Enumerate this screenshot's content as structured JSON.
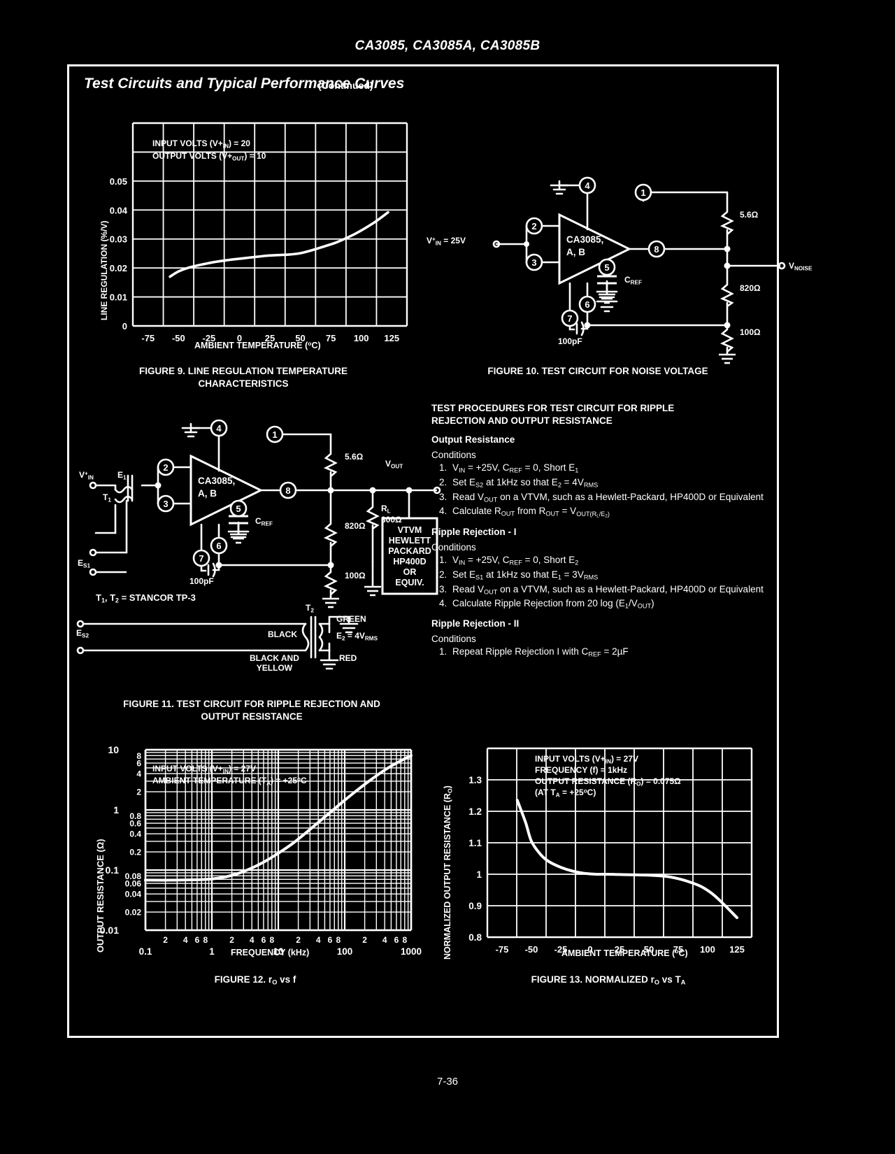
{
  "doc": {
    "header_title": "CA3085, CA3085A, CA3085B",
    "section_title": "Test Circuits and Typical Performance Curves",
    "section_continued": "(Continued)",
    "page_number": "7-36"
  },
  "figure9": {
    "caption_line1": "FIGURE 9.  LINE REGULATION TEMPERATURE",
    "caption_line2": "CHARACTERISTICS",
    "note_line1_pre": "INPUT VOLTS (V+",
    "note_line1_sub": "IN",
    "note_line1_post": ") = 20",
    "note_line2_pre": "OUTPUT VOLTS (V+",
    "note_line2_sub": "OUT",
    "note_line2_post": ") = 10",
    "ylabel": "LINE REGULATION (%/V)",
    "xlabel_pre": "AMBIENT TEMPERATURE (",
    "xlabel_sup": "o",
    "xlabel_post": "C)"
  },
  "figure10": {
    "caption": "FIGURE 10.  TEST CIRCUIT FOR NOISE VOLTAGE",
    "vin_pre": "V",
    "vin_sup": "+",
    "vin_sub": "IN",
    "vin_post": " = 25V",
    "chip_line1": "CA3085,",
    "chip_line2": "A, B",
    "pins": [
      "4",
      "1",
      "2",
      "3",
      "8",
      "5",
      "6",
      "7"
    ],
    "r1": "5.6Ω",
    "r2": "820Ω",
    "r3": "100Ω",
    "cref": "C",
    "cref_sub": "REF",
    "cap100": "100pF",
    "vnoise": "V",
    "vnoise_sub": "NOISE"
  },
  "figure11": {
    "caption_line1": "FIGURE 11.  TEST CIRCUIT FOR RIPPLE REJECTION AND",
    "caption_line2": "OUTPUT RESISTANCE",
    "vin": "V",
    "vin_sup": "+",
    "vin_sub": "IN",
    "e1": "E",
    "e1_sub": "1",
    "t1": "T",
    "t1_sub": "1",
    "es1": "E",
    "es1_sub": "S1",
    "es2": "E",
    "es2_sub": "S2",
    "t2": "T",
    "t2_sub": "2",
    "chip_line1": "CA3085,",
    "chip_line2": "A, B",
    "pins": [
      "4",
      "1",
      "2",
      "3",
      "8",
      "5",
      "6",
      "7"
    ],
    "r1": "5.6Ω",
    "r2": "820Ω",
    "r3": "100Ω",
    "rl_label": "R",
    "rl_sub": "L",
    "rl_value": "300Ω",
    "cref": "C",
    "cref_sub": "REF",
    "cap100": "100pF",
    "vout": "V",
    "vout_sub": "OUT",
    "stancor_pre": "T",
    "stancor_mid": ", T",
    "stancor_post": " = STANCOR TP-3",
    "vtvm_lines": [
      "VTVM",
      "HEWLETT",
      "PACKARD",
      "HP400D",
      "OR",
      "EQUIV."
    ],
    "wire_black": "BLACK",
    "wire_black_yellow_1": "BLACK AND",
    "wire_black_yellow_2": "YELLOW",
    "wire_green": "GREEN",
    "wire_red": "RED",
    "e2_pre": "E",
    "e2_sub": "2",
    "e2_post": " = 4V",
    "e2_sub2": "RMS"
  },
  "procedures": {
    "heading_line1": "TEST PROCEDURES FOR TEST CIRCUIT FOR RIPPLE",
    "heading_line2": "REJECTION AND OUTPUT RESISTANCE",
    "sections": [
      {
        "title": "Output Resistance",
        "conditions_label": "Conditions",
        "items": [
          "V<sub>IN</sub> = +25V, C<sub>REF</sub> = 0, Short E<sub>1</sub>",
          "Set E<sub>S2</sub> at 1kHz so that E<sub>2</sub> = 4V<sub>RMS</sub>",
          "Read V<sub>OUT</sub> on a VTVM, such as a Hewlett-Packard, HP400D or Equivalent",
          "Calculate R<sub>OUT</sub> from R<sub>OUT</sub> = V<sub>OUT(R<sub>L</sub>/E<sub>2</sub>)</sub>"
        ]
      },
      {
        "title": "Ripple Rejection - I",
        "conditions_label": "Conditions",
        "items": [
          "V<sub>IN</sub> = +25V, C<sub>REF</sub> = 0, Short E<sub>2</sub>",
          "Set E<sub>S1</sub> at 1kHz so that E<sub>1</sub> = 3V<sub>RMS</sub>",
          "Read V<sub>OUT</sub> on a VTVM, such as a Hewlett-Packard, HP400D or Equivalent",
          "Calculate Ripple Rejection from 20 log (E<sub>1</sub>/V<sub>OUT</sub>)"
        ]
      },
      {
        "title": "Ripple Rejection - II",
        "conditions_label": "Conditions",
        "items": [
          "Repeat Ripple Rejection I with C<sub>REF</sub> = 2µF"
        ]
      }
    ]
  },
  "figure12": {
    "caption_pre": "FIGURE 12.  r",
    "caption_sub": "O",
    "caption_post": " vs f",
    "note_line1_pre": "INPUT VOLTS (V+",
    "note_line1_sub": "IN",
    "note_line1_post": ") = 27V",
    "note_line2_pre": "AMBIENT TEMPERATURE (T",
    "note_line2_sub": "A",
    "note_line2_post": ") = +25",
    "note_line2_sup": "o",
    "note_line2_end": "C",
    "ylabel_pre": "OUTPUT RESISTANCE (",
    "ylabel_omega": "Ω",
    "ylabel_post": ")",
    "xlabel": "FREQUENCY (kHz)"
  },
  "figure13": {
    "caption_pre": "FIGURE 13.  NORMALIZED r",
    "caption_sub": "O",
    "caption_mid": " vs T",
    "caption_sub2": "A",
    "note_line1_pre": "INPUT VOLTS (V+",
    "note_line1_sub": "IN",
    "note_line1_post": ") = 27V",
    "note_line2": "FREQUENCY (f) = 1kHz",
    "note_line3_pre": "OUTPUT RESISTANCE (R",
    "note_line3_sub": "O",
    "note_line3_post": ") = 0.075Ω",
    "note_line4_pre": "(AT T",
    "note_line4_sub": "A",
    "note_line4_mid": " = +25",
    "note_line4_sup": "o",
    "note_line4_post": "C)",
    "ylabel_pre": "NORMALIZED OUTPUT RESISTANCE (R",
    "ylabel_sub": "O",
    "ylabel_post": ")",
    "xlabel_pre": "AMBIENT TEMPERATURE (",
    "xlabel_sup": "o",
    "xlabel_post": "C)"
  },
  "chart_data": [
    {
      "id": "figure9",
      "type": "line",
      "title": "LINE REGULATION TEMPERATURE CHARACTERISTICS",
      "xlabel": "AMBIENT TEMPERATURE (oC)",
      "ylabel": "LINE REGULATION (%/V)",
      "xlim": [
        -87.5,
        137.5
      ],
      "ylim": [
        0,
        0.07
      ],
      "xticks": [
        -75,
        -50,
        -25,
        0,
        25,
        50,
        75,
        100,
        125
      ],
      "yticks": [
        0,
        0.01,
        0.02,
        0.03,
        0.04,
        0.05
      ],
      "grid": true,
      "annotations": [
        "INPUT VOLTS (V+IN) = 20",
        "OUTPUT VOLTS (V+OUT) = 10"
      ],
      "series": [
        {
          "name": "Line Regulation",
          "x": [
            -57,
            -50,
            -40,
            -25,
            -10,
            0,
            15,
            25,
            40,
            50,
            60,
            70,
            80,
            95,
            110,
            122
          ],
          "y": [
            0.017,
            0.0188,
            0.0203,
            0.0217,
            0.0227,
            0.0232,
            0.0239,
            0.0243,
            0.0246,
            0.0251,
            0.0262,
            0.0275,
            0.0289,
            0.0318,
            0.0355,
            0.0392
          ]
        }
      ]
    },
    {
      "id": "figure12",
      "type": "line",
      "title": "rO vs f",
      "xlabel": "FREQUENCY (kHz)",
      "ylabel": "OUTPUT RESISTANCE (Ω)",
      "xscale": "log",
      "yscale": "log",
      "xlim": [
        0.1,
        1000
      ],
      "ylim": [
        0.01,
        10
      ],
      "xticks": [
        0.1,
        1,
        10,
        100,
        1000
      ],
      "xminor_labels": [
        "2",
        "4",
        "6",
        "8"
      ],
      "yticks": [
        0.01,
        0.02,
        0.04,
        0.06,
        0.08,
        0.1,
        0.2,
        0.4,
        0.6,
        0.8,
        1,
        2,
        4,
        6,
        8,
        10
      ],
      "grid": true,
      "annotations": [
        "INPUT VOLTS (V+IN) = 27V",
        "AMBIENT TEMPERATURE (TA) = +25oC"
      ],
      "series": [
        {
          "name": "Output Resistance",
          "x": [
            0.1,
            0.3,
            0.6,
            1.0,
            1.6,
            2.5,
            4,
            6,
            10,
            16,
            25,
            40,
            60,
            100,
            160,
            250,
            400,
            600,
            1000
          ],
          "y": [
            0.068,
            0.068,
            0.069,
            0.071,
            0.077,
            0.088,
            0.108,
            0.135,
            0.19,
            0.27,
            0.4,
            0.62,
            0.9,
            1.45,
            2.2,
            3.2,
            4.6,
            6.0,
            8.0
          ]
        }
      ]
    },
    {
      "id": "figure13",
      "type": "line",
      "title": "NORMALIZED rO vs TA",
      "xlabel": "AMBIENT TEMPERATURE (oC)",
      "ylabel": "NORMALIZED OUTPUT RESISTANCE (RO)",
      "xlim": [
        -87.5,
        137.5
      ],
      "ylim": [
        0.8,
        1.4
      ],
      "xticks": [
        -75,
        -50,
        -25,
        0,
        25,
        50,
        75,
        100,
        125
      ],
      "yticks": [
        0.8,
        0.9,
        1.0,
        1.1,
        1.2,
        1.3
      ],
      "grid": true,
      "annotations": [
        "INPUT VOLTS (V+IN) = 27V",
        "FREQUENCY (f) = 1kHz",
        "OUTPUT RESISTANCE (RO) = 0.075Ω",
        "(AT TA = +25oC)"
      ],
      "series": [
        {
          "name": "Normalized Output Resistance",
          "x": [
            -62,
            -55,
            -50,
            -42,
            -35,
            -25,
            -15,
            -5,
            5,
            15,
            25,
            40,
            55,
            65,
            75,
            85,
            95,
            105,
            115,
            125
          ],
          "y": [
            1.235,
            1.165,
            1.105,
            1.062,
            1.04,
            1.022,
            1.01,
            1.003,
            1.0,
            1.0,
            0.999,
            0.998,
            0.996,
            0.993,
            0.986,
            0.975,
            0.96,
            0.935,
            0.9,
            0.862
          ]
        }
      ]
    }
  ]
}
